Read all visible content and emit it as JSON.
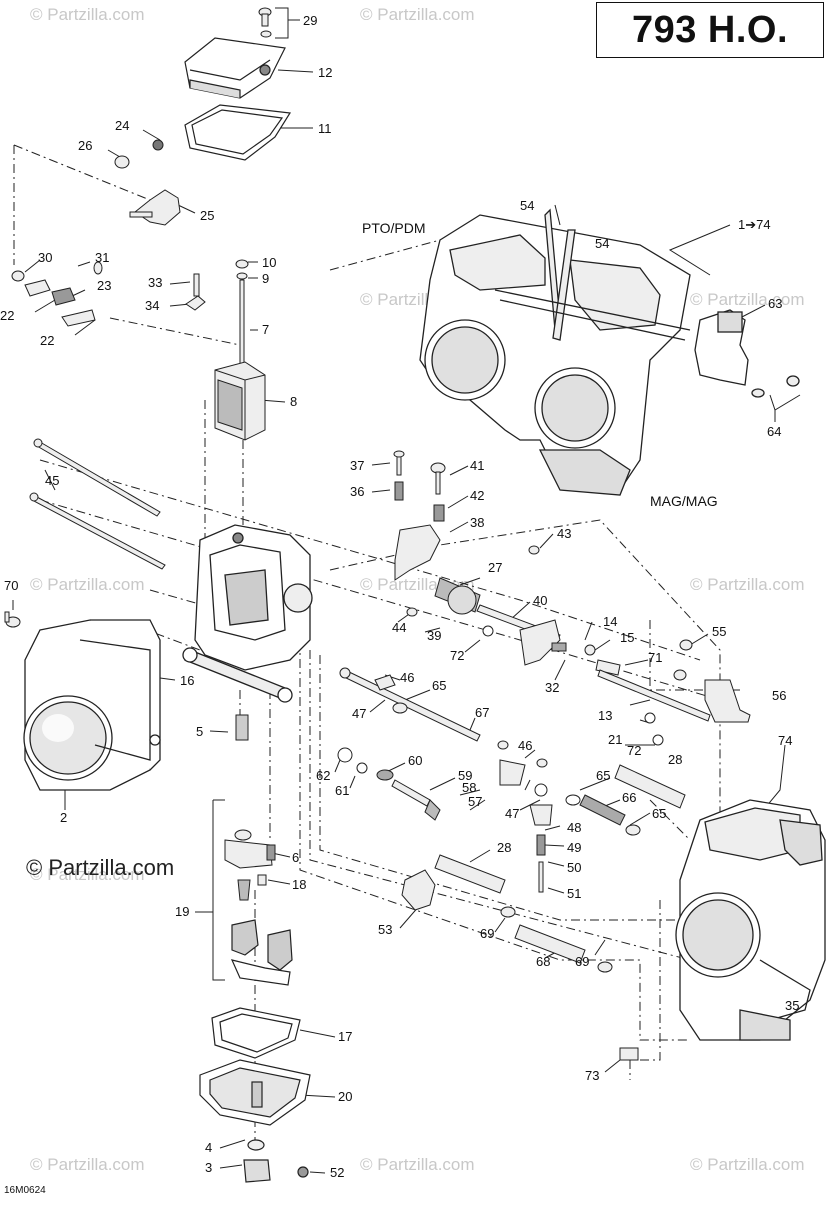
{
  "diagram": {
    "title": "793 H.O.",
    "brand_text": "© Partzilla.com",
    "watermark_text": "© Partzilla.com",
    "drawing_code": "16M0624",
    "assembly_labels": {
      "pto": "PTO/PDM",
      "mag": "MAG/MAG",
      "range": "1➔74"
    },
    "callouts": [
      "29",
      "12",
      "11",
      "24",
      "26",
      "25",
      "30",
      "31",
      "23",
      "22",
      "22",
      "10",
      "9",
      "33",
      "34",
      "7",
      "8",
      "54",
      "54",
      "63",
      "64",
      "37",
      "41",
      "36",
      "42",
      "38",
      "43",
      "45",
      "70",
      "16",
      "2",
      "5",
      "27",
      "40",
      "44",
      "39",
      "72",
      "14",
      "15",
      "71",
      "55",
      "56",
      "32",
      "46",
      "65",
      "47",
      "67",
      "13",
      "21",
      "72",
      "28",
      "74",
      "60",
      "59",
      "58",
      "57",
      "62",
      "61",
      "46",
      "47",
      "65",
      "66",
      "65",
      "48",
      "49",
      "50",
      "51",
      "6",
      "18",
      "19",
      "28",
      "53",
      "69",
      "68",
      "69",
      "35",
      "17",
      "20",
      "73",
      "4",
      "3",
      "52"
    ]
  }
}
